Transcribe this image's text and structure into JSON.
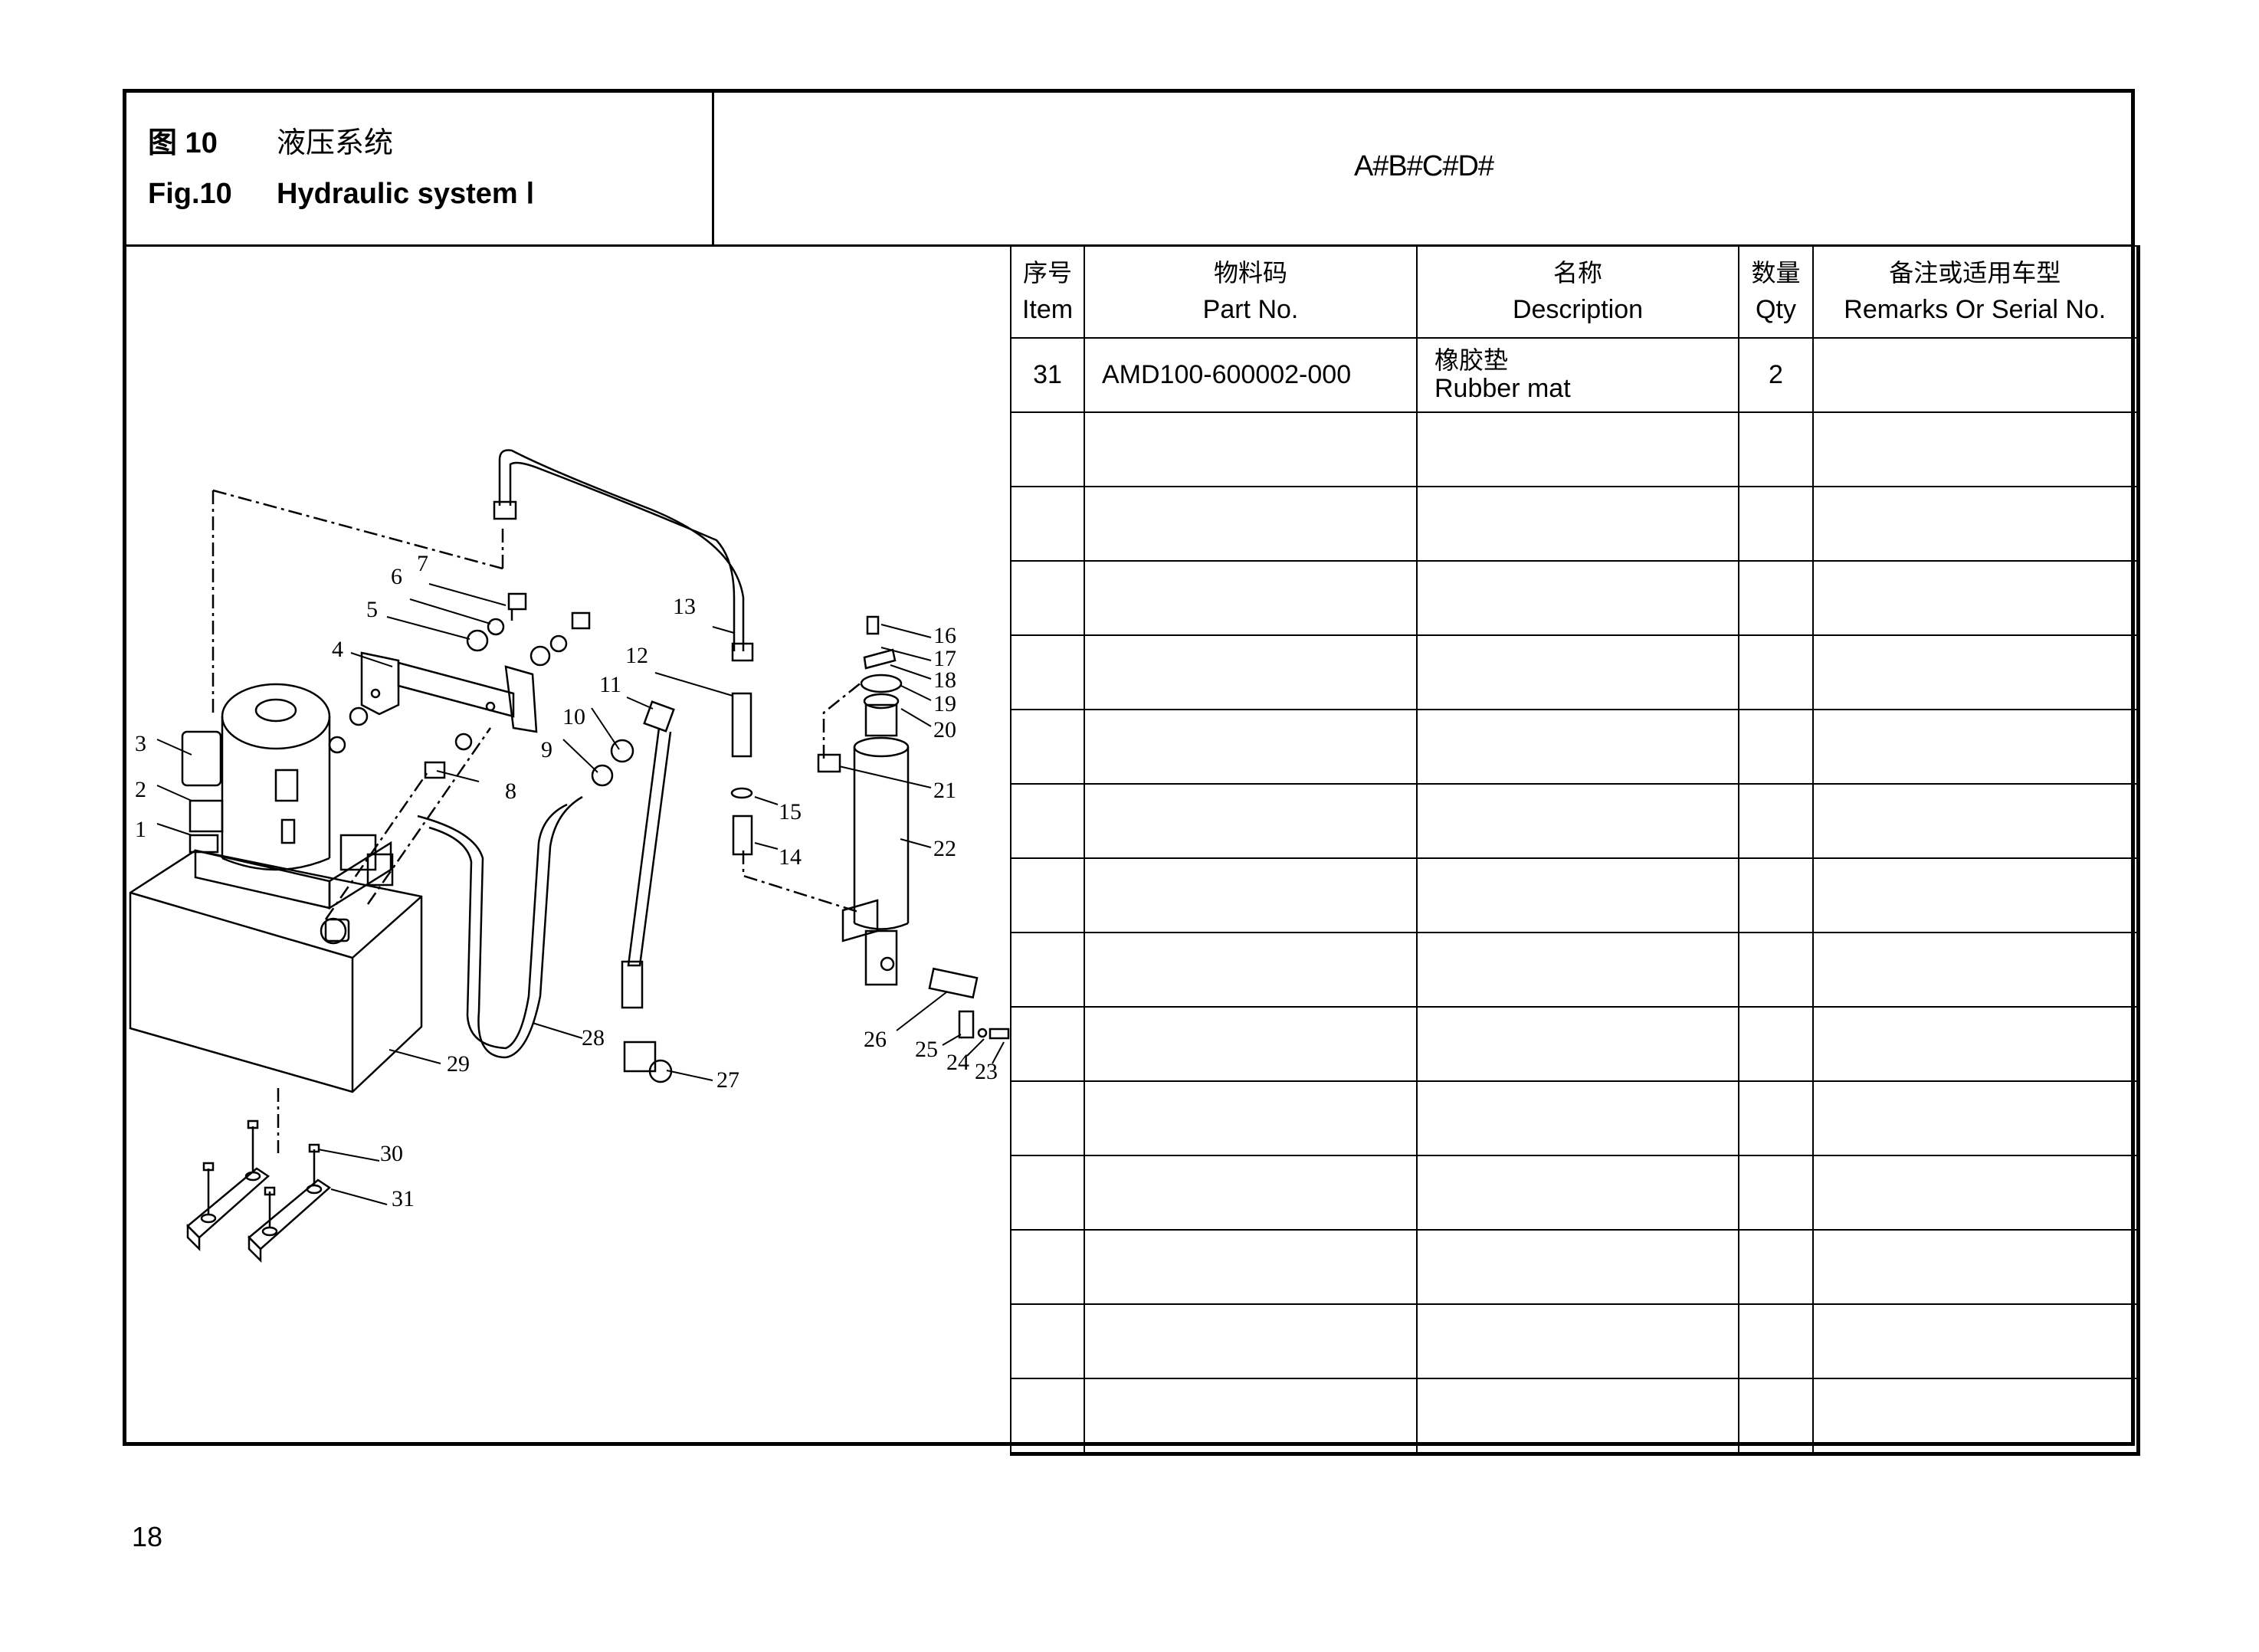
{
  "header": {
    "figure_cn_label": "图 10",
    "figure_cn_title": "液压系统",
    "figure_en_label": "Fig.10",
    "figure_en_title": "Hydraulic system Ⅰ",
    "model_code": "A#B#C#D#"
  },
  "table": {
    "columns": [
      {
        "cn": "序号",
        "en": "Item"
      },
      {
        "cn": "物料码",
        "en": "Part No."
      },
      {
        "cn": "名称",
        "en": "Description"
      },
      {
        "cn": "数量",
        "en": "Qty"
      },
      {
        "cn": "备注或适用车型",
        "en": "Remarks Or Serial No."
      }
    ],
    "rows": [
      {
        "item": "31",
        "part_no": "AMD100-600002-000",
        "desc_cn": "橡胶垫",
        "desc_en": "Rubber mat",
        "qty": "2",
        "remarks": ""
      },
      {
        "item": "",
        "part_no": "",
        "desc_cn": "",
        "desc_en": "",
        "qty": "",
        "remarks": ""
      },
      {
        "item": "",
        "part_no": "",
        "desc_cn": "",
        "desc_en": "",
        "qty": "",
        "remarks": ""
      },
      {
        "item": "",
        "part_no": "",
        "desc_cn": "",
        "desc_en": "",
        "qty": "",
        "remarks": ""
      },
      {
        "item": "",
        "part_no": "",
        "desc_cn": "",
        "desc_en": "",
        "qty": "",
        "remarks": ""
      },
      {
        "item": "",
        "part_no": "",
        "desc_cn": "",
        "desc_en": "",
        "qty": "",
        "remarks": ""
      },
      {
        "item": "",
        "part_no": "",
        "desc_cn": "",
        "desc_en": "",
        "qty": "",
        "remarks": ""
      },
      {
        "item": "",
        "part_no": "",
        "desc_cn": "",
        "desc_en": "",
        "qty": "",
        "remarks": ""
      },
      {
        "item": "",
        "part_no": "",
        "desc_cn": "",
        "desc_en": "",
        "qty": "",
        "remarks": ""
      },
      {
        "item": "",
        "part_no": "",
        "desc_cn": "",
        "desc_en": "",
        "qty": "",
        "remarks": ""
      },
      {
        "item": "",
        "part_no": "",
        "desc_cn": "",
        "desc_en": "",
        "qty": "",
        "remarks": ""
      },
      {
        "item": "",
        "part_no": "",
        "desc_cn": "",
        "desc_en": "",
        "qty": "",
        "remarks": ""
      },
      {
        "item": "",
        "part_no": "",
        "desc_cn": "",
        "desc_en": "",
        "qty": "",
        "remarks": ""
      },
      {
        "item": "",
        "part_no": "",
        "desc_cn": "",
        "desc_en": "",
        "qty": "",
        "remarks": ""
      },
      {
        "item": "",
        "part_no": "",
        "desc_cn": "",
        "desc_en": "",
        "qty": "",
        "remarks": ""
      }
    ]
  },
  "diagram": {
    "callouts": [
      "1",
      "2",
      "3",
      "4",
      "5",
      "6",
      "7",
      "8",
      "9",
      "10",
      "11",
      "12",
      "13",
      "14",
      "15",
      "16",
      "17",
      "18",
      "19",
      "20",
      "21",
      "22",
      "23",
      "24",
      "25",
      "26",
      "27",
      "28",
      "29",
      "30",
      "31"
    ]
  },
  "page_number": "18"
}
